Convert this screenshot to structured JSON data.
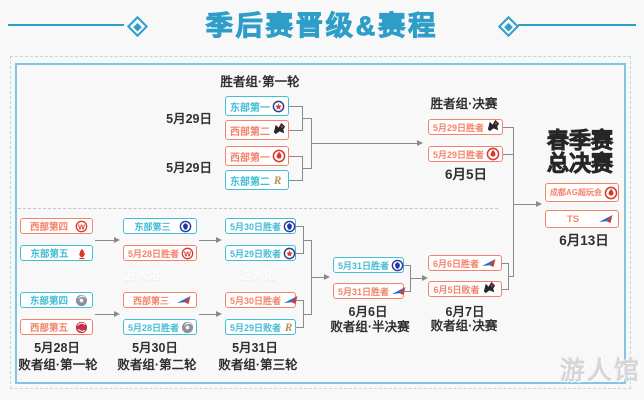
{
  "page": {
    "title": "季后赛晋级&赛程",
    "watermark": "游人馆"
  },
  "colors": {
    "title_blue": "#2e9dc8",
    "east_cyan": "#45bdd5",
    "west_orange": "#f4836b",
    "frame_blue": "#82c4e4",
    "connector_gray": "#8a8a8a"
  },
  "winners_round1": {
    "label": "胜者组·第一轮",
    "match_dates": [
      "5月29日",
      "5月29日"
    ],
    "teams": [
      {
        "name": "东部第一",
        "color": "cyan",
        "logo": "estar-crest-icon"
      },
      {
        "name": "西部第二",
        "color": "orange",
        "logo": "dark-wolf-icon"
      },
      {
        "name": "西部第一",
        "color": "orange",
        "logo": "ag-flame-icon"
      },
      {
        "name": "东部第二",
        "color": "cyan",
        "logo": "gold-r-icon"
      }
    ]
  },
  "winners_final": {
    "label": "胜者组·决赛",
    "date": "6月5日",
    "teams": [
      {
        "name": "5月29日胜者",
        "color": "orange",
        "logo": "dark-wolf-icon"
      },
      {
        "name": "5月29日胜者",
        "color": "orange",
        "logo": "ag-flame-icon"
      }
    ]
  },
  "grand_final": {
    "title_lines": [
      "春季赛",
      "总决赛"
    ],
    "date": "6月13日",
    "teams": [
      {
        "name": "成都AG超玩会",
        "color": "orange",
        "logo": "ag-flame-icon"
      },
      {
        "name": "TS",
        "color": "orange",
        "logo": "ts-arrow-icon"
      }
    ]
  },
  "losers_rounds": [
    {
      "date": "5月28日",
      "label": "败者组·第一轮",
      "teams": [
        {
          "name": "西部第四",
          "color": "orange",
          "logo": "red-w-icon"
        },
        {
          "name": "东部第五",
          "color": "cyan",
          "logo": "red-hero-icon"
        },
        {
          "name": "东部第四",
          "color": "cyan",
          "logo": "gray-swirl-icon"
        },
        {
          "name": "西部第五",
          "color": "orange",
          "logo": "red-globe-icon"
        }
      ]
    },
    {
      "date": "5月30日",
      "label": "败者组·第二轮",
      "teams": [
        {
          "name": "东部第三",
          "color": "cyan",
          "logo": "blue-crest-icon"
        },
        {
          "name": "5月28日胜者",
          "color": "orange",
          "logo": "red-w-icon"
        },
        {
          "name": "西部第三",
          "color": "orange",
          "logo": "ts-arrow-icon"
        },
        {
          "name": "5月28日胜者",
          "color": "cyan",
          "logo": "gray-swirl-icon"
        }
      ]
    },
    {
      "date": "5月31日",
      "label": "败者组·第三轮",
      "teams": [
        {
          "name": "5月30日胜者",
          "color": "cyan",
          "logo": "blue-crest-icon"
        },
        {
          "name": "5月29日败者",
          "color": "cyan",
          "logo": "estar-crest-icon"
        },
        {
          "name": "5月30日胜者",
          "color": "orange",
          "logo": "ts-arrow-icon"
        },
        {
          "name": "5月29日败者",
          "color": "cyan",
          "logo": "gold-r-icon"
        }
      ]
    },
    {
      "date": "6月6日",
      "label": "败者组·半决赛",
      "teams": [
        {
          "name": "5月31日胜者",
          "color": "cyan",
          "logo": "blue-crest-icon"
        },
        {
          "name": "5月31日胜者",
          "color": "orange",
          "logo": "ts-arrow-icon"
        }
      ]
    },
    {
      "date": "6月7日",
      "label": "败者组·决赛",
      "teams": [
        {
          "name": "6月6日胜者",
          "color": "orange",
          "logo": "ts-arrow-icon"
        },
        {
          "name": "6月5日败者",
          "color": "orange",
          "logo": "dark-wolf-icon"
        }
      ]
    }
  ]
}
